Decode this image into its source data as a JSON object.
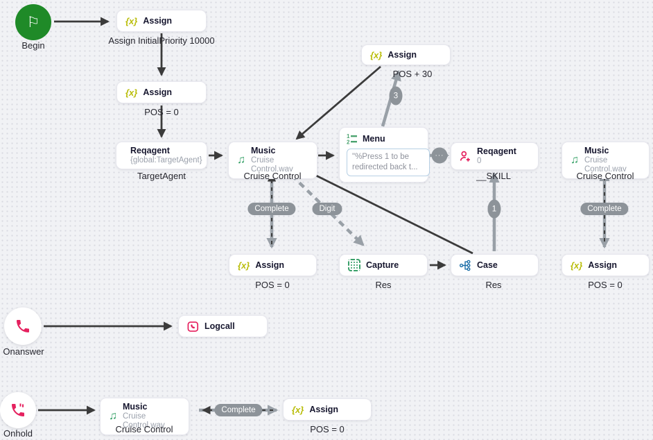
{
  "app": {
    "type": "callflow-designer-canvas"
  },
  "colors": {
    "canvas_bg": "#f1f2f5",
    "grid_dot": "#d9dae1",
    "begin_green": "#1f8a28",
    "assign_yellow": "#b9bd0a",
    "music_green": "#2f9e62",
    "menu_green": "#4ba36f",
    "capture_green": "#3aa06a",
    "case_blue": "#1d6fa8",
    "phone_pink": "#e5215f",
    "edge_dark": "#3b3b3b",
    "edge_gray": "#99a0a7",
    "badge_gray": "#8d9399"
  },
  "icons": {
    "begin_flag": "⚐",
    "assign_glyph": "{x}",
    "music_glyph": "♫",
    "menu": "ordered-list-icon",
    "capture": "dotted-scan-icon",
    "case": "branch-icon",
    "reqagent": "agent-plus-icon",
    "logcall": "phone-log-icon",
    "onanswer": "phone-icon",
    "onhold": "phone-hold-icon"
  },
  "nodes": {
    "begin": {
      "label": "Begin"
    },
    "assign_a": {
      "title": "Assign",
      "caption": "Assign InitialPriority 10000"
    },
    "assign_b": {
      "title": "Assign",
      "caption": "POS = 0"
    },
    "reqagent_a": {
      "title": "Reqagent",
      "subtitle": "{global:TargetAgent}",
      "caption": "TargetAgent"
    },
    "music_a": {
      "title": "Music",
      "subtitle": "Cruise Control.wav",
      "caption": "Cruise Control"
    },
    "menu": {
      "title": "Menu",
      "prompt": "\"%Press 1 to be redirected back t..."
    },
    "assign_c": {
      "title": "Assign",
      "caption": "POS + 30"
    },
    "reqagent_b": {
      "title": "Reqagent",
      "subtitle": "0",
      "caption": "__SKILL"
    },
    "music_b": {
      "title": "Music",
      "subtitle": "Cruise Control.wav",
      "caption": "Cruise Control"
    },
    "assign_d": {
      "title": "Assign",
      "caption": "POS = 0"
    },
    "capture": {
      "title": "Capture",
      "caption": "Res"
    },
    "case": {
      "title": "Case",
      "caption": "Res"
    },
    "assign_e": {
      "title": "Assign",
      "caption": "POS = 0"
    },
    "onanswer": {
      "label": "Onanswer"
    },
    "logcall": {
      "title": "Logcall"
    },
    "onhold": {
      "label": "Onhold"
    },
    "music_c": {
      "title": "Music",
      "subtitle": "Cruise Control.wav",
      "caption": "Cruise Control"
    },
    "assign_f": {
      "title": "Assign",
      "caption": "POS = 0"
    }
  },
  "edge_labels": {
    "three": "3",
    "one": "1",
    "digit": "Digit",
    "complete_left": "Complete",
    "complete_right": "Complete",
    "complete_bottom": "Complete",
    "dots": "···"
  }
}
